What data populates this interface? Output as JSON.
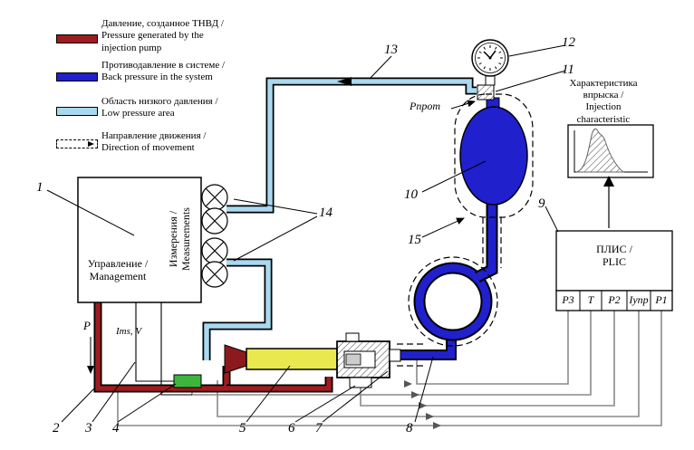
{
  "legend": {
    "items": [
      {
        "label": "Давление, созданное ТНВД /\nPressure generated by the\ninjection pump",
        "color": "#9e1c20"
      },
      {
        "label": "Противодавление в системе /\nBack pressure in the system",
        "color": "#2020cd"
      },
      {
        "label": "Область низкого давления /\nLow pressure area",
        "color": "#a9d9f1"
      },
      {
        "label": "Направление движения /\nDirection of movement",
        "color": "#ffffff"
      }
    ]
  },
  "management_box": {
    "label": "Управление /\nManagement",
    "rotated_label": "Измерения /\nMeasurements"
  },
  "chart_box": {
    "title": "Характеристика\nвпрыска /\nInjection\ncharacteristic"
  },
  "plic": {
    "label": "ПЛИС /\nPLIC",
    "inputs": [
      "P3",
      "T",
      "P2",
      "Iупр",
      "P1"
    ]
  },
  "labels": {
    "p_prot": "Pпрот",
    "p": "P",
    "ims_v": "Ims, V"
  },
  "callouts": [
    "1",
    "2",
    "3",
    "4",
    "5",
    "6",
    "7",
    "8",
    "9",
    "10",
    "11",
    "12",
    "13",
    "14",
    "15"
  ],
  "colors": {
    "pump_pressure": "#9e1c20",
    "back_pressure": "#2020cd",
    "low_pressure": "#a9d9f1",
    "injector_body": "#e9e94f",
    "sensor_block": "#3db53d",
    "signal_line": "#8a8a8a"
  }
}
